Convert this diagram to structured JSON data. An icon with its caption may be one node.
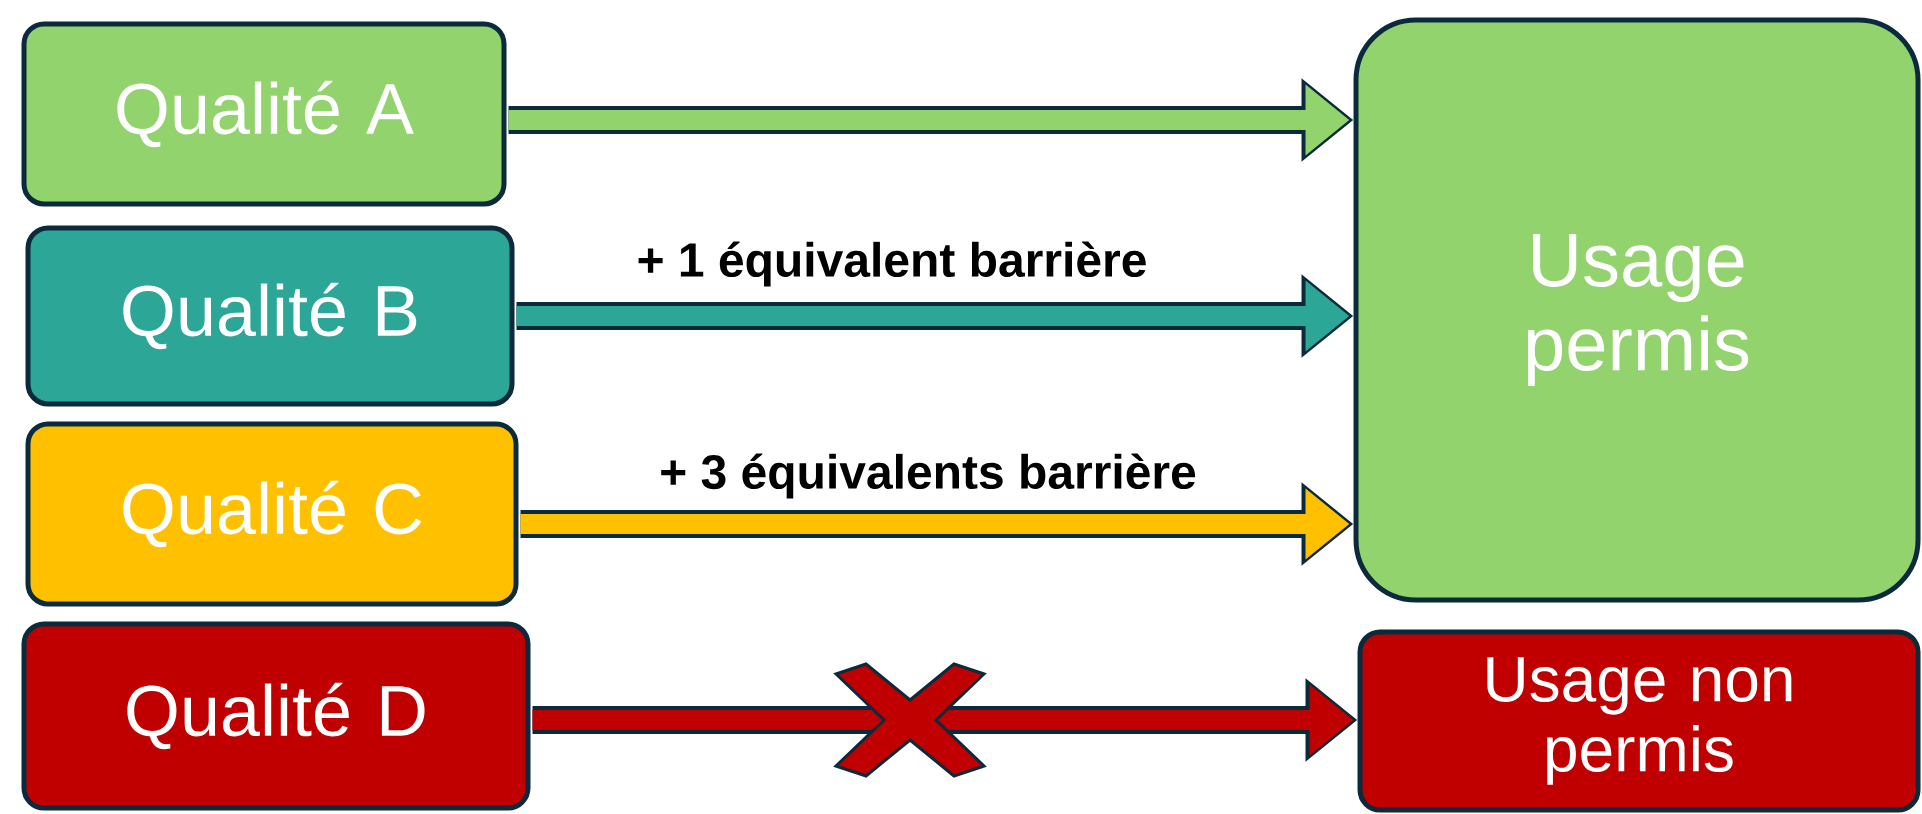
{
  "diagram": {
    "nodes": [
      {
        "text": [
          "Qualité A"
        ]
      },
      {
        "text": [
          "Qualité B"
        ]
      },
      {
        "text": [
          "Qualité C"
        ]
      },
      {
        "text": [
          "Qualité D"
        ]
      },
      {
        "text": [
          "Usage permis"
        ]
      },
      {
        "text": [
          "Usage non permis"
        ]
      }
    ],
    "edges": [
      {
        "from": 0,
        "to": 4,
        "arrow": "to",
        "color": "#92d36e"
      },
      {
        "from": 1,
        "to": 4,
        "arrow": "to",
        "color": "#2ca697",
        "label": "+ 1 équivalent barrière"
      },
      {
        "from": 2,
        "to": 4,
        "arrow": "to",
        "color": "#ffc000",
        "label": "+ 3 équivalents barrière"
      },
      {
        "from": 3,
        "to": 5,
        "arrow": "to",
        "color": "#c00000"
      }
    ]
  }
}
